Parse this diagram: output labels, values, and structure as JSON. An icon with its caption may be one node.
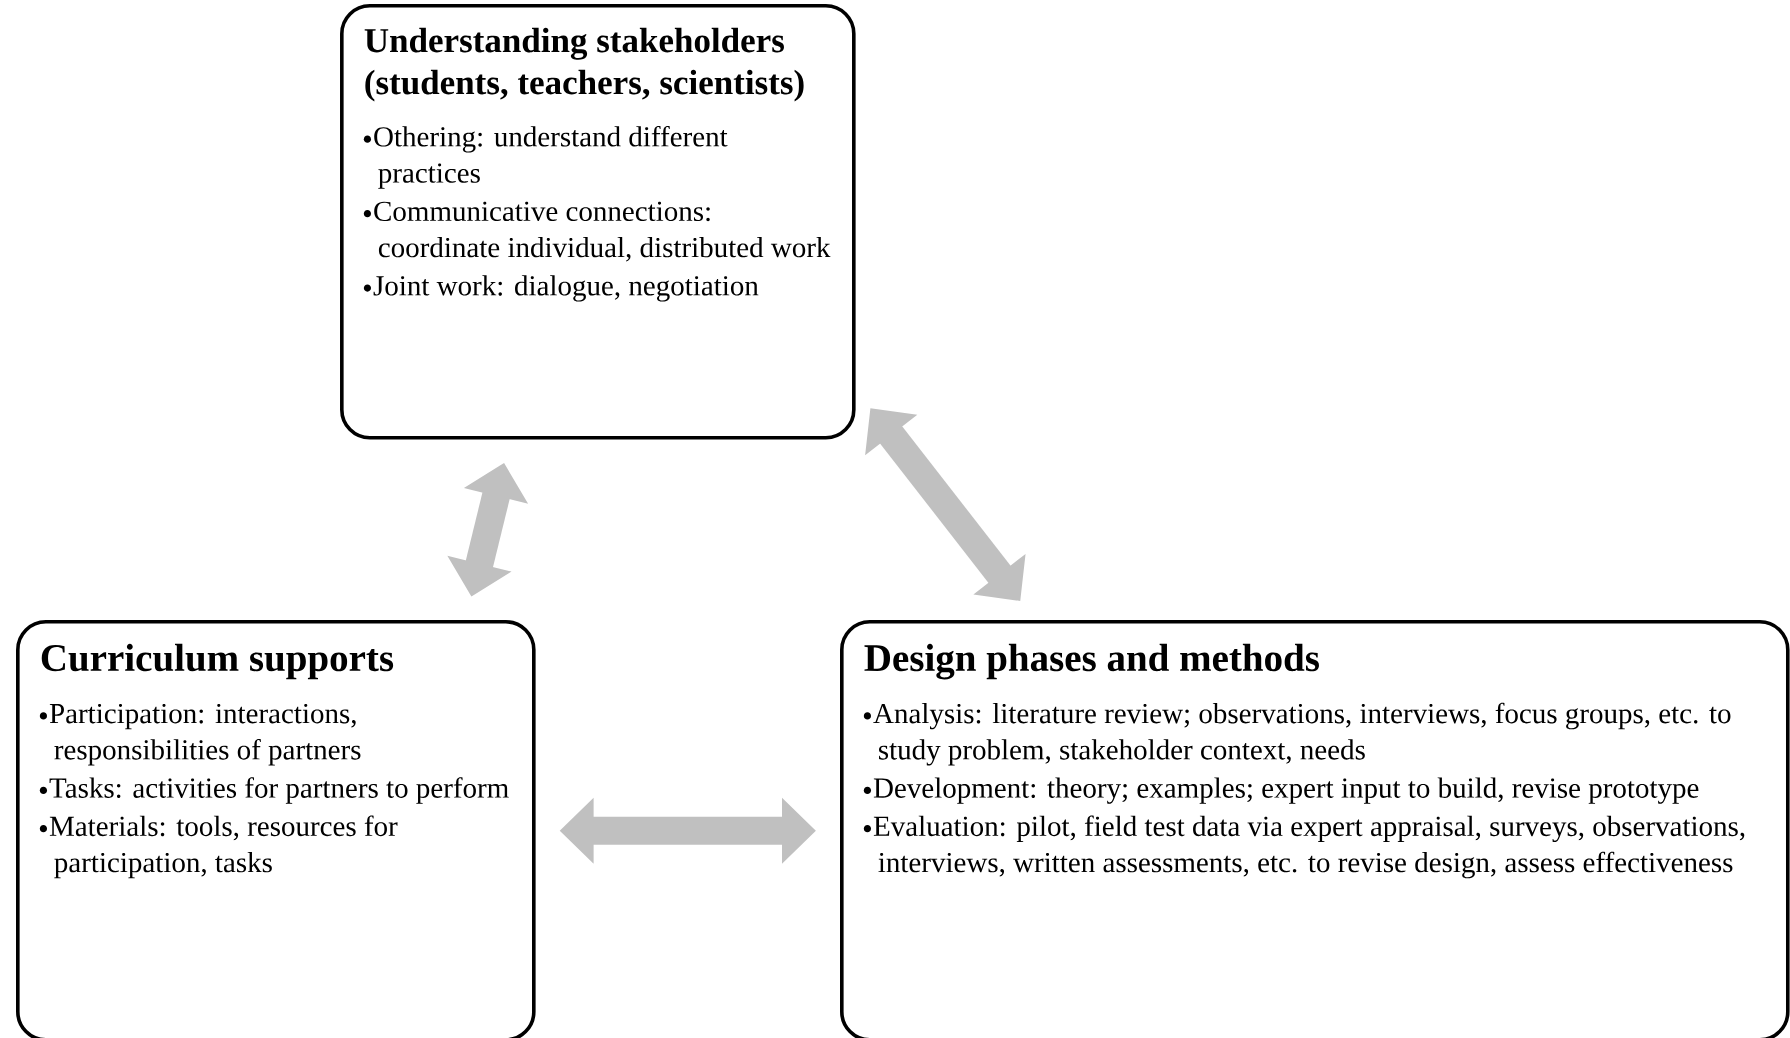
{
  "diagram": {
    "nodes": [
      {
        "text": [
          "Understanding stakeholders (students, teachers, scientists)",
          "Othering: understand different practices",
          "Communicative connections: coordinate individual, distributed work",
          "Joint work: dialogue, negotiation"
        ]
      },
      {
        "text": [
          "Curriculum supports",
          "Participation: interactions, responsibilities of partners",
          "Tasks: activities for partners to perform",
          "Materials: tools, resources for participation, tasks"
        ]
      },
      {
        "text": [
          "Design phases and methods",
          "Analysis: literature review; observations, interviews, focus groups, etc. to study problem, stakeholder context, needs",
          "Development: theory; examples; expert input to build, revise prototype",
          "Evaluation: pilot, field test data via expert appraisal, surveys, observations, interviews, written assessments, etc. to revise design, assess effectiveness"
        ]
      }
    ],
    "edges": [
      {
        "from": 1,
        "to": 0,
        "arrow": "both"
      },
      {
        "from": 0,
        "to": 2,
        "arrow": "both"
      },
      {
        "from": 1,
        "to": 2,
        "arrow": "both"
      }
    ]
  }
}
